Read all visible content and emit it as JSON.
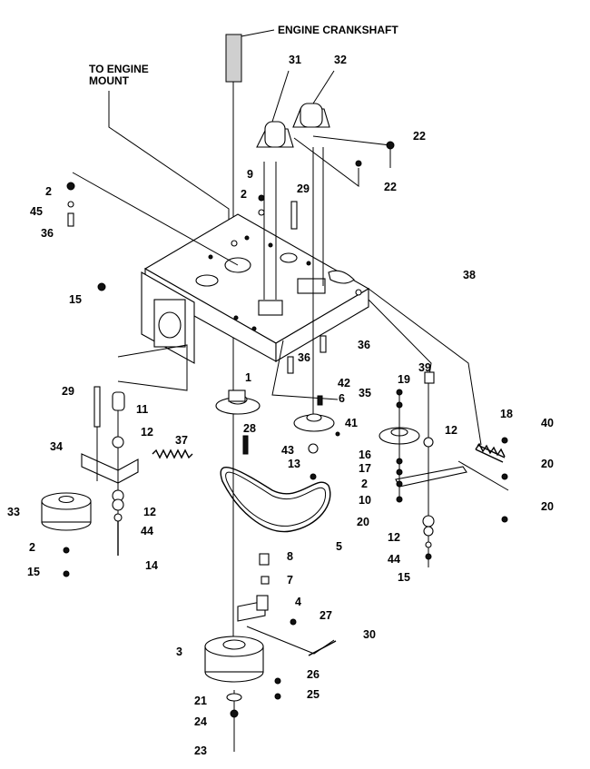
{
  "diagram": {
    "callouts": {
      "engine_crankshaft": "ENGINE CRANKSHAFT",
      "to_engine_mount_1": "TO ENGINE",
      "to_engine_mount_2": "MOUNT"
    },
    "labels": [
      "1",
      "2",
      "2",
      "2",
      "2",
      "3",
      "4",
      "5",
      "6",
      "7",
      "8",
      "9",
      "10",
      "11",
      "12",
      "12",
      "12",
      "12",
      "13",
      "14",
      "15",
      "15",
      "15",
      "16",
      "17",
      "18",
      "19",
      "20",
      "20",
      "20",
      "21",
      "22",
      "22",
      "23",
      "24",
      "25",
      "26",
      "27",
      "28",
      "29",
      "29",
      "30",
      "31",
      "32",
      "33",
      "34",
      "35",
      "36",
      "36",
      "36",
      "37",
      "38",
      "39",
      "40",
      "41",
      "42",
      "43",
      "44",
      "44",
      "45"
    ]
  }
}
